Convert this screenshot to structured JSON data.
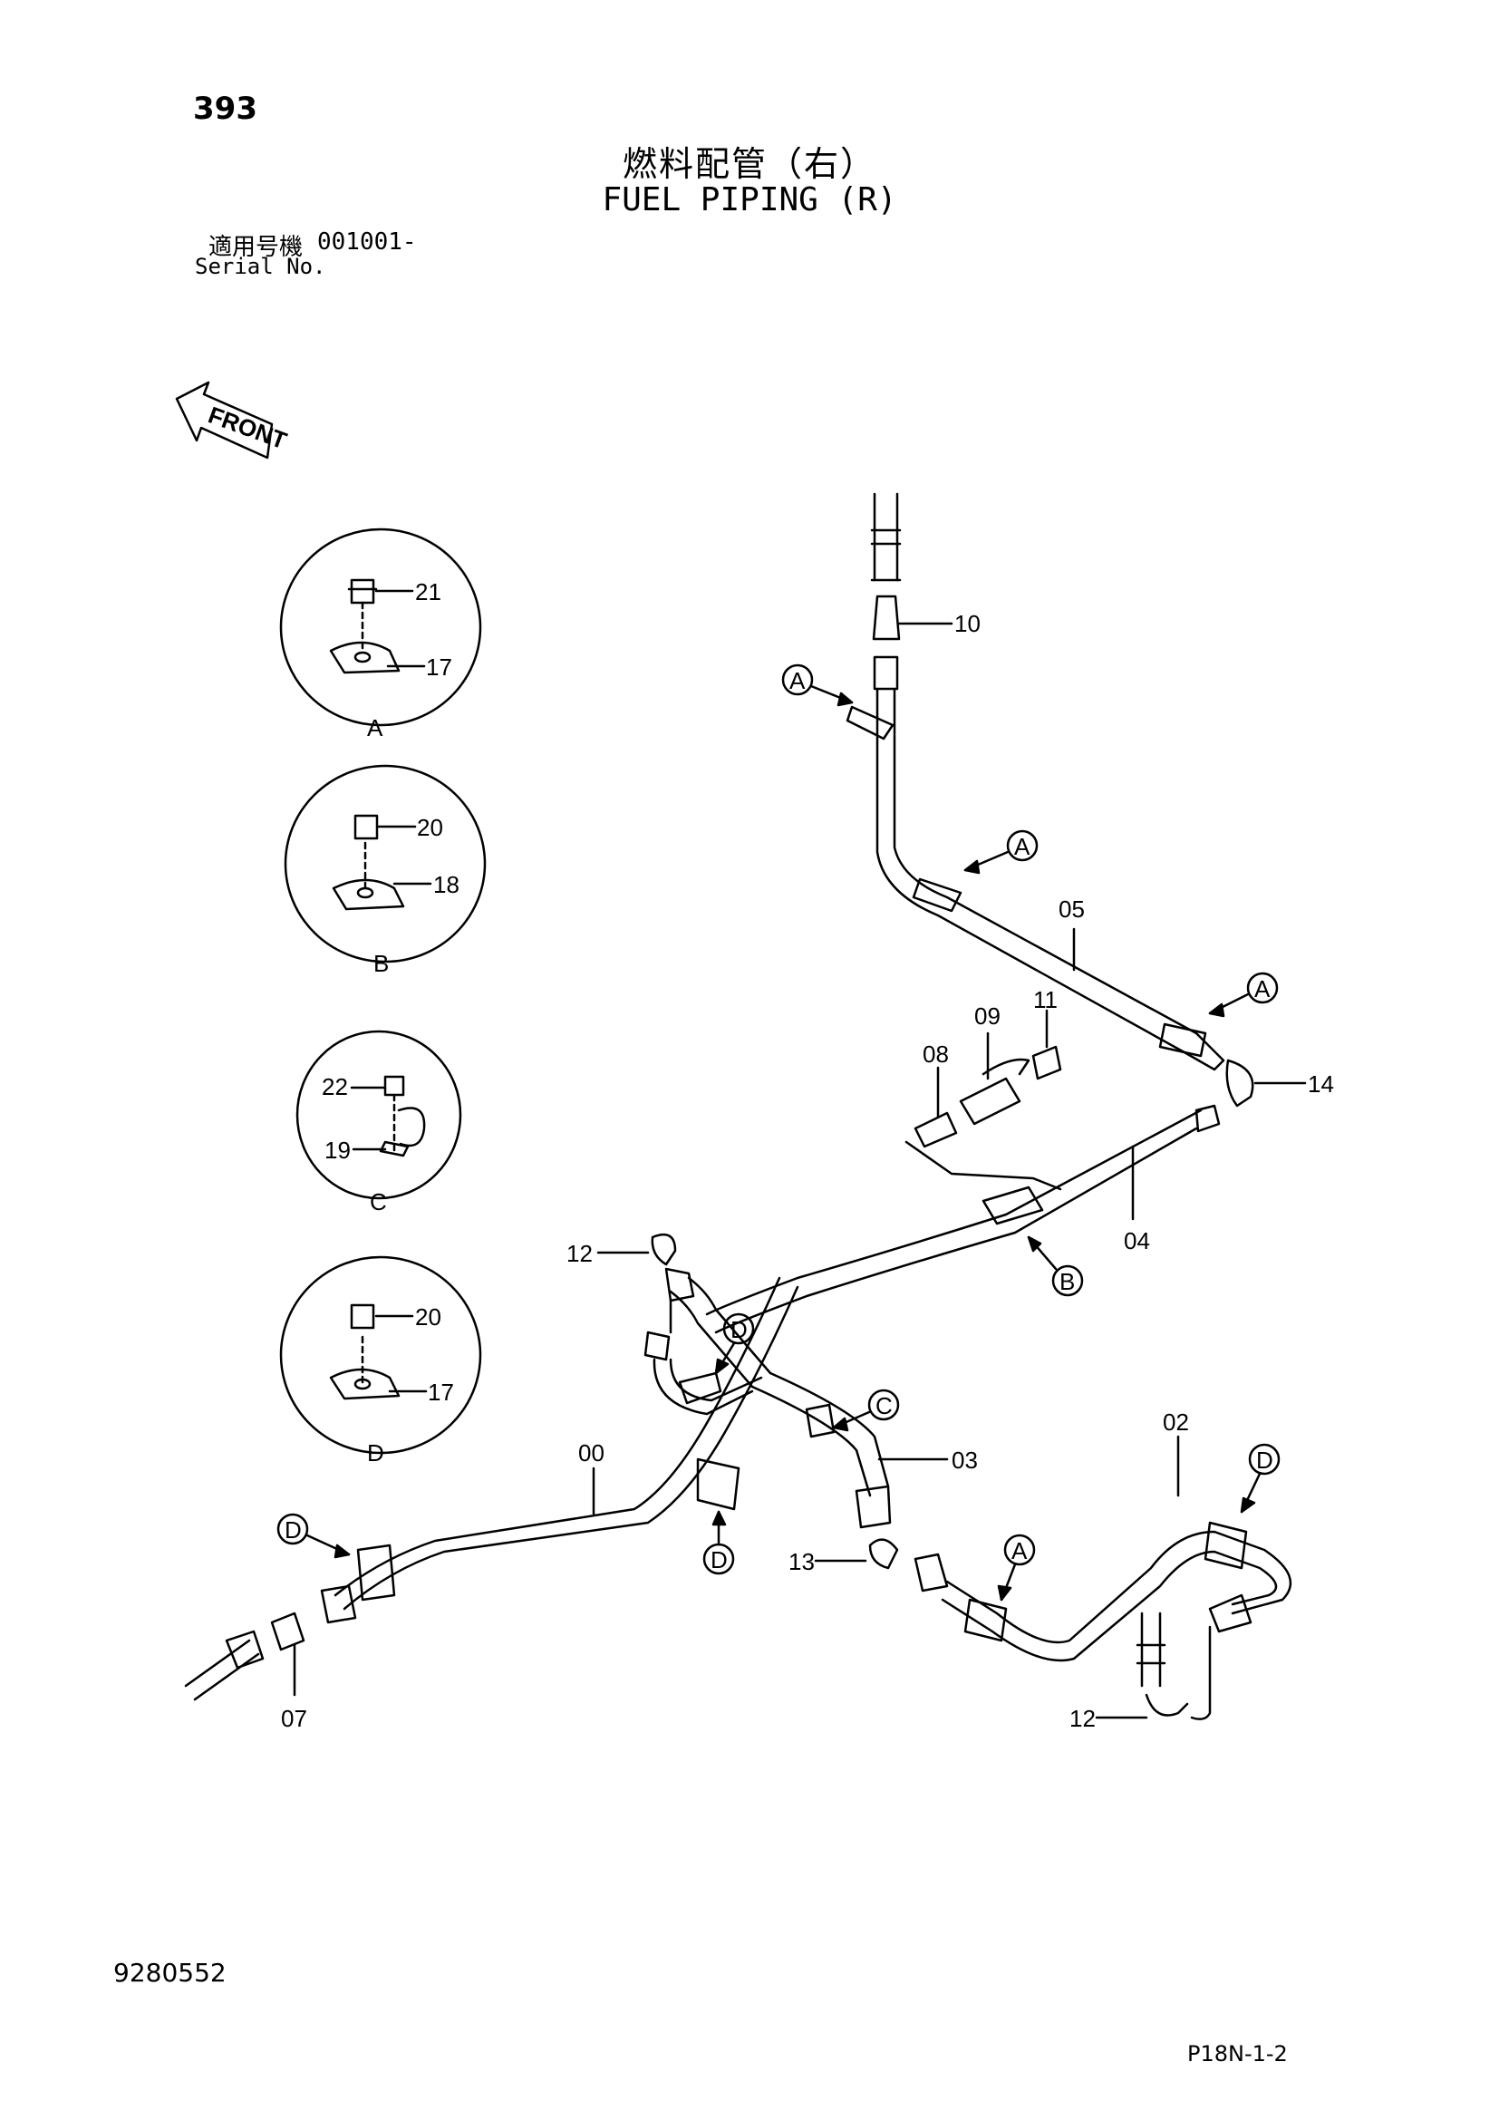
{
  "page_number": "393",
  "title_jp": "燃料配管（右）",
  "title_en": "FUEL PIPING (R)",
  "serial_label_jp": "適用号機",
  "serial_value": "001001-",
  "serial_label_en": "Serial No.",
  "front_label": "FRONT",
  "doc_number": "9280552",
  "page_code": "P18N-1-2",
  "details": [
    {
      "letter": "A",
      "top_part": "21",
      "bottom_part": "17"
    },
    {
      "letter": "B",
      "top_part": "20",
      "bottom_part": "18"
    },
    {
      "letter": "C",
      "top_part": "22",
      "bottom_part": "19"
    },
    {
      "letter": "D",
      "top_part": "20",
      "bottom_part": "17"
    }
  ],
  "part_labels": {
    "p00": "00",
    "p02": "02",
    "p03": "03",
    "p04": "04",
    "p05": "05",
    "p07": "07",
    "p08": "08",
    "p09": "09",
    "p10": "10",
    "p11": "11",
    "p12a": "12",
    "p12b": "12",
    "p13": "13",
    "p14": "14"
  },
  "callouts": {
    "a1": "A",
    "a2": "A",
    "a3": "A",
    "a4": "A",
    "b1": "B",
    "c1": "C",
    "d1": "D",
    "d2": "D",
    "d3": "D",
    "d4": "D"
  }
}
